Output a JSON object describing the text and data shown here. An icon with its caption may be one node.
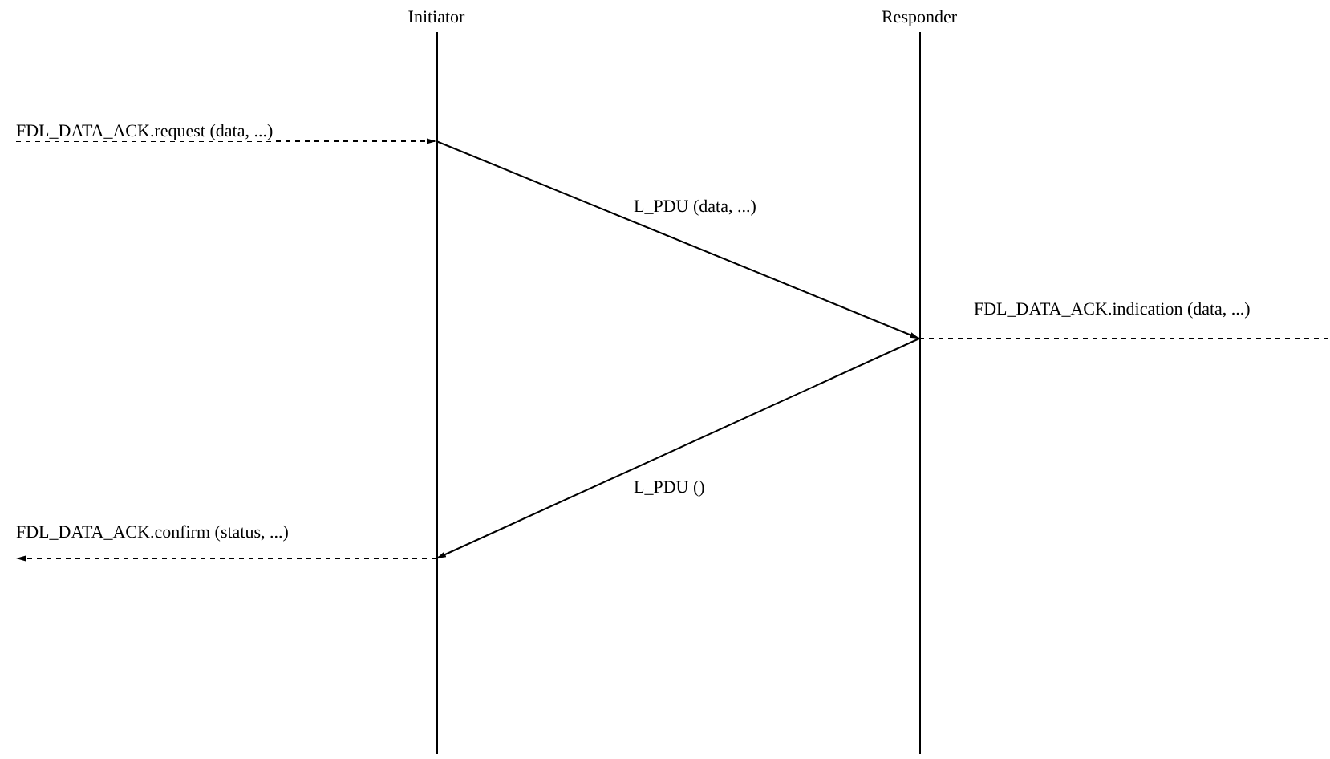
{
  "diagram": {
    "nodes": [
      {
        "text": [
          "Initiator"
        ]
      },
      {
        "text": [
          "Responder"
        ]
      }
    ],
    "edges": [
      {
        "from": null,
        "to": 0,
        "arrow": "to",
        "style": "dashed",
        "label": "FDL_DATA_ACK.request (data, ...)"
      },
      {
        "from": 0,
        "to": 1,
        "arrow": "to",
        "label": "L_PDU (data, ...)"
      },
      {
        "from": 1,
        "to": null,
        "arrow": "none",
        "style": "dashed",
        "label": "FDL_DATA_ACK.indication (data, ...)"
      },
      {
        "from": 1,
        "to": 0,
        "arrow": "to",
        "label": "L_PDU ()"
      },
      {
        "from": 0,
        "to": null,
        "arrow": "to",
        "style": "dashed",
        "label": "FDL_DATA_ACK.confirm (status, ...)"
      }
    ]
  }
}
